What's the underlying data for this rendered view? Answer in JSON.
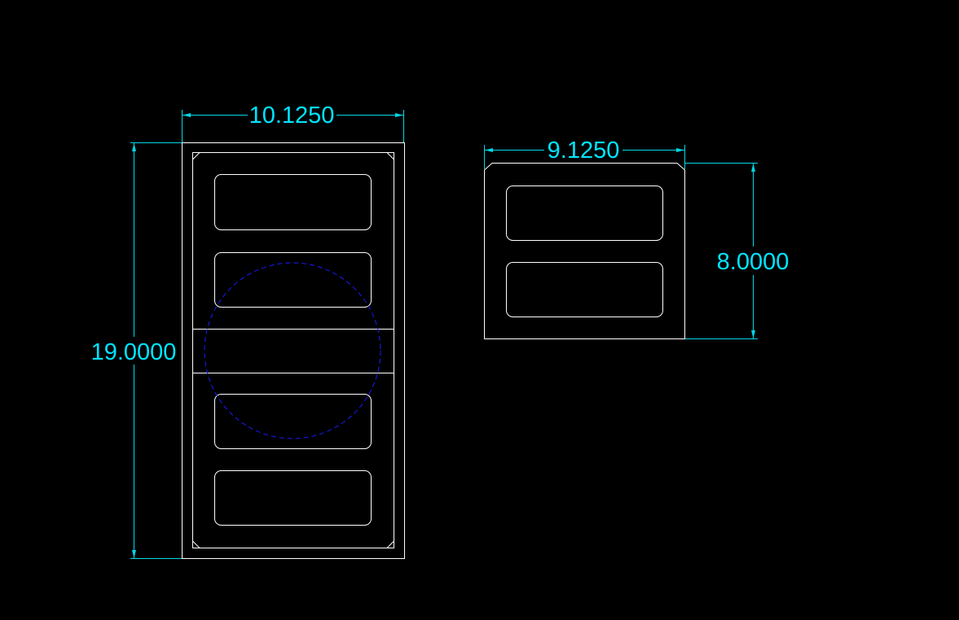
{
  "drawing": {
    "background_color": "#000000",
    "geometry_color": "#ffffff",
    "dimension_color": "#00e5ff",
    "hidden_line_color": "#1a1aff"
  },
  "part_left": {
    "width_dim": "10.1250",
    "height_dim": "19.0000"
  },
  "part_right": {
    "width_dim": "9.1250",
    "height_dim": "8.0000"
  }
}
